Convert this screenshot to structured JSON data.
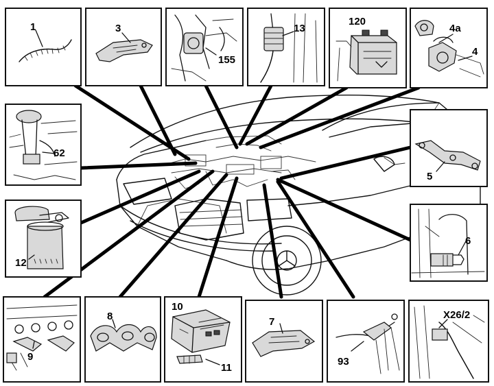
{
  "diagram": {
    "labels": {
      "p1": "1",
      "p3": "3",
      "p155": "155",
      "p13": "13",
      "p120": "120",
      "p4a": "4a",
      "p4": "4",
      "p62": "62",
      "p5": "5",
      "p12": "12",
      "p6": "6",
      "p9": "9",
      "p8": "8",
      "p10": "10",
      "p11": "11",
      "p7": "7",
      "p93": "93",
      "px26": "X26/2"
    }
  }
}
